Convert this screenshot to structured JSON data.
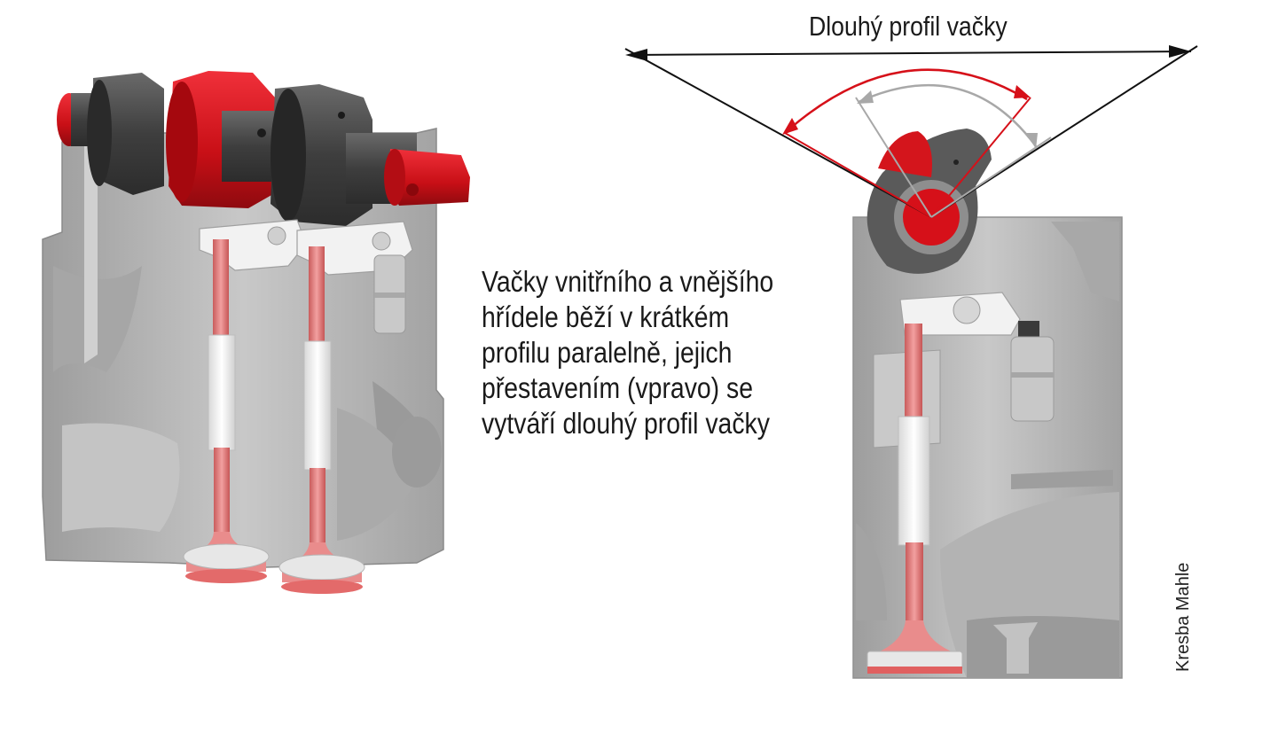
{
  "caption": {
    "lines": [
      "Vačky vnitřního a vnějšího",
      "hřídele běží v krátkém",
      "profilu paralelně, jejich",
      "přestavením (vpravo) se",
      "vytváří dlouhý profil vačky"
    ]
  },
  "right_diagram": {
    "angle_label": "Dlouhý profil vačky"
  },
  "credit": "Kresba Mahle",
  "colors": {
    "cam_red": "#d9141b",
    "cam_dark": "#4a4a4a",
    "head_gray": "#b9b9b9",
    "valve_pink": "#e87a7a",
    "arc_gray": "#a8a8a8"
  },
  "icons": [
    "camshaft-illustration",
    "cylinder-head-illustration",
    "valve-illustration",
    "rocker-arm-illustration",
    "angle-arc-icon"
  ]
}
